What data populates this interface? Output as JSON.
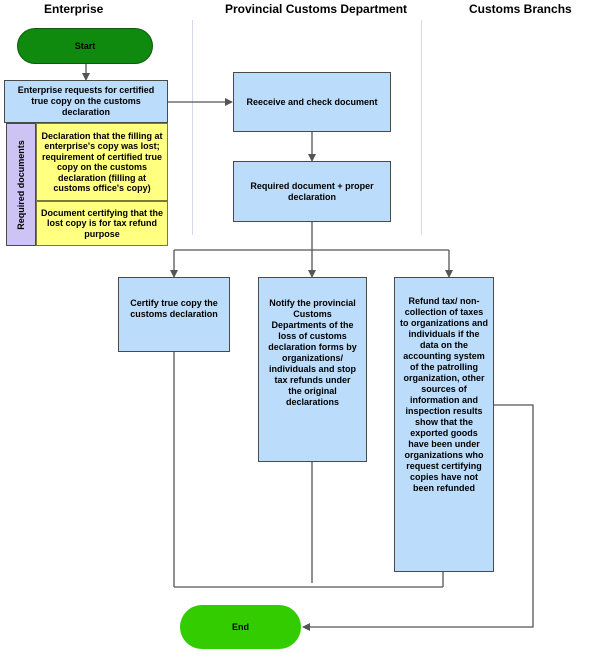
{
  "lanes": {
    "enterprise": "Enterprise",
    "provincial": "Provincial Customs Department",
    "branches": "Customs Branchs"
  },
  "nodes": {
    "start": "Start",
    "request": "Enterprise requests for certified true copy on the customs declaration",
    "required_documents_label": "Required documents",
    "doc1": "Declaration that the filling at enterprise's copy was lost;  requirement of certified true copy on the customs declaration (filling at customs office's copy)",
    "doc2": "Document certifying that the lost copy is for tax refund purpose",
    "receive": "Reeceive and check document",
    "required_proper": "Required document + proper declaration",
    "certify": "Certify true copy the customs declaration",
    "notify": "Notify the provincial Customs Departments of the loss of customs declaration forms by organizations/ individuals and stop tax refunds under the original declarations",
    "refund": "Refund tax/ non-collection of taxes to organizations and individuals if the data on the accounting system of the patrolling organization, other sources of information and inspection results show that the exported goods have been under organizations who request certifying copies have not been refunded",
    "end": "End"
  },
  "colors": {
    "process_fill": "#bcdcfb",
    "document_fill": "#ffff80",
    "side_label_fill": "#cdc3f5",
    "start_fill": "#0f8a0f",
    "end_fill": "#33cc00",
    "line": "#555555"
  }
}
